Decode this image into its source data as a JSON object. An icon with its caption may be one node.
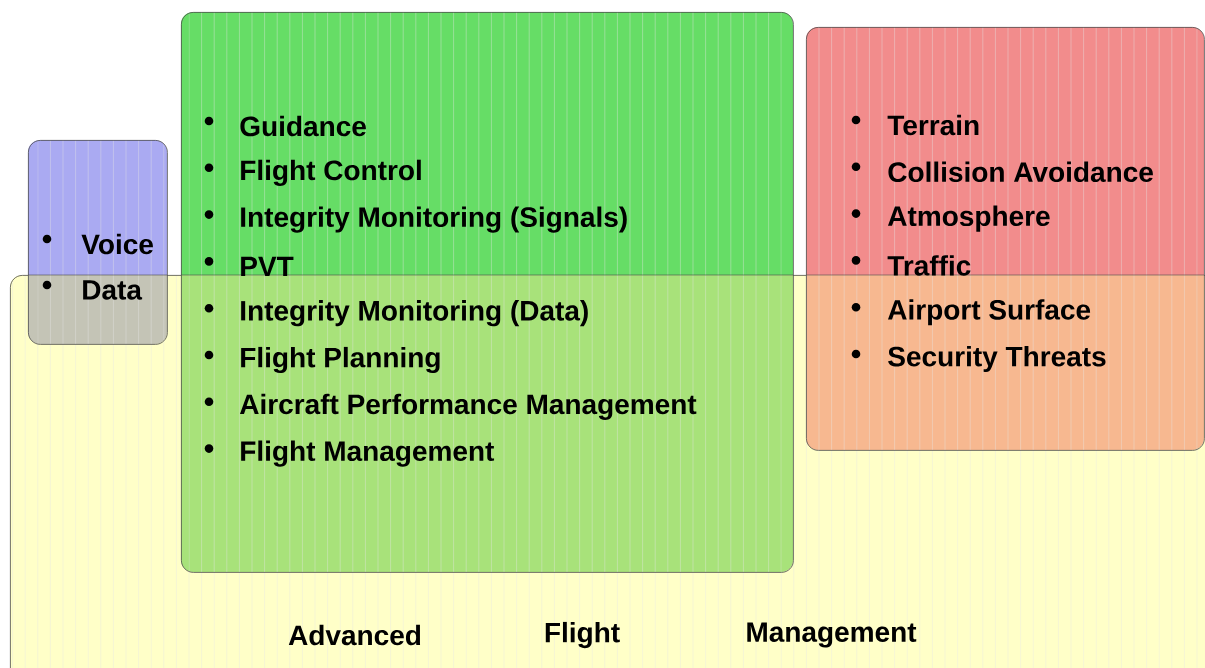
{
  "diagram": {
    "nodes": [
      {
        "text": [
          "Guidance",
          "Flight Control",
          "Integrity Monitoring (Signals)",
          "PVT",
          "Integrity Monitoring (Data)",
          "Flight Planning",
          "Aircraft Performance Management",
          "Flight Management"
        ]
      },
      {
        "text": [
          "Terrain",
          "Collision Avoidance",
          "Atmosphere",
          "Traffic",
          "Airport Surface",
          "Security Threats"
        ]
      },
      {
        "text": [
          "Voice",
          "Data"
        ]
      },
      {
        "text": [
          "Advanced",
          "Flight",
          "Management"
        ]
      }
    ]
  }
}
